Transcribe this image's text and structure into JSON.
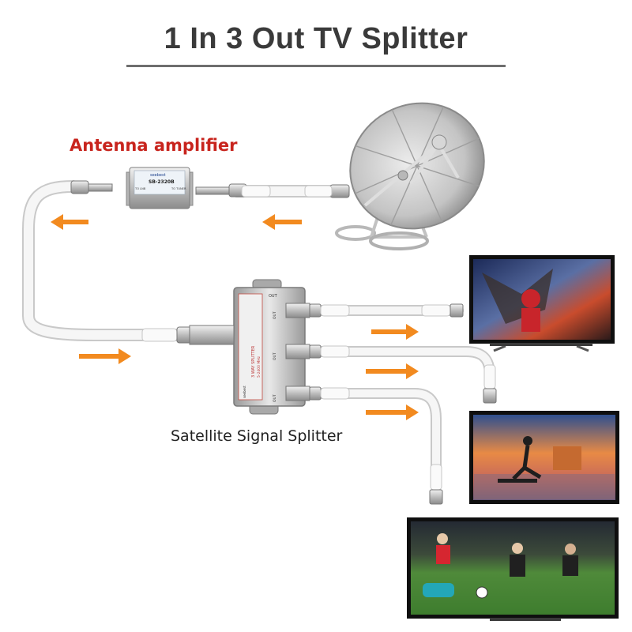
{
  "title": "1 In 3 Out TV Splitter",
  "labels": {
    "antenna_amplifier": "Antenna amplifier",
    "satellite_splitter": "Satellite Signal Splitter"
  },
  "amplifier_device": {
    "brand": "seebest",
    "model": "SB-2320B",
    "port_left": "TO LNB",
    "port_right": "TO TUNER"
  },
  "splitter_device": {
    "port_label": "OUT",
    "spec_text": "3 WAY SPLITTER",
    "band_text": "5-2400 MHz",
    "brand": "seebest"
  },
  "colors": {
    "title_text": "#3a3a3a",
    "label_red": "#c8241d",
    "arrow_orange": "#f28a1f",
    "cable": "#f4f4f4",
    "cable_edge": "#c9c9c9"
  },
  "icons": [
    "satellite-dish-icon",
    "amplifier-icon",
    "splitter-icon",
    "tv-icon",
    "arrow-icon"
  ]
}
